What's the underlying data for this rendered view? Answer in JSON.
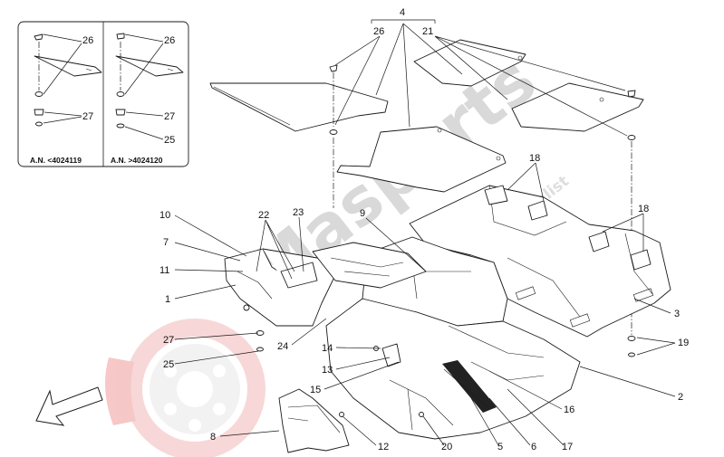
{
  "watermark": {
    "brand": "Masparts",
    "tagline": "Exclusive Ferrari parts specialist"
  },
  "inset": {
    "left_label": "A.N. <4024119",
    "right_label": "A.N. >4024120",
    "left_callouts": [
      "26",
      "27"
    ],
    "right_callouts": [
      "26",
      "27",
      "25"
    ]
  },
  "callouts": {
    "c4": "4",
    "c26": "26",
    "c21": "21",
    "c18a": "18",
    "c18b": "18",
    "c10": "10",
    "c22": "22",
    "c23": "23",
    "c9": "9",
    "c7": "7",
    "c11": "11",
    "c1": "1",
    "c3": "3",
    "c27": "27",
    "c24": "24",
    "c19": "19",
    "c14": "14",
    "c13": "13",
    "c25": "25",
    "c15": "15",
    "c2": "2",
    "c16": "16",
    "c8": "8",
    "c12": "12",
    "c20": "20",
    "c5": "5",
    "c6": "6",
    "c17": "17"
  }
}
